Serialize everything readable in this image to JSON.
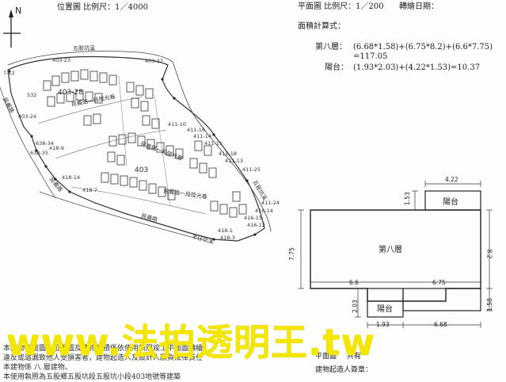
{
  "location_map": {
    "north_label": "N",
    "title": "位置圖 比例尺：1／4000",
    "parcels": [
      "403-23",
      "403-27",
      "403-28",
      "403-24",
      "403",
      "638-34",
      "638-35",
      "7-12",
      "532",
      "418-9",
      "418-14",
      "418-7",
      "411-10",
      "411-16",
      "411-14",
      "411-11",
      "411-18",
      "411-13",
      "411-25",
      "411-24",
      "416-14",
      "416-15",
      "416-12",
      "418-1",
      "418-3"
    ],
    "streets": {
      "wuzhuang_creek": "五股坑溪",
      "lane_top": "民義路一段陸光巷",
      "lane_mid": "民義路一段陸光巷",
      "lane_bottom": "民義路一段陸光巷",
      "minyi_road_left": "民義路",
      "minyi_road_bottom": "民義路",
      "yangzi_creek": "羊仔坑溪",
      "right_creek": "五股坑溪",
      "left_road": "民義路"
    }
  },
  "floor_plan": {
    "title": "平面圖 比例尺：1／200",
    "draw_date_label": "轉繪日期：",
    "area_calc_label": "面積計算式：",
    "floor_formula_label": "第八層：",
    "floor_formula": "(6.68*1.58)+(6.75*8.2)+(6.6*7.75)",
    "floor_total": "=117.05",
    "balcony_formula_label": "陽台：",
    "balcony_formula": "(1.93*2.03)+(4.22*1.53)=10.37",
    "room_label": "第八層",
    "balcony_top_label": "陽台",
    "balcony_bottom_label": "陽台",
    "dims": {
      "top_balcony_width": "4.22",
      "top_balcony_height": "1.53",
      "left_height": "7.75",
      "right_height": "8.2",
      "bottom_left_width": "6.6",
      "bottom_mid_width": "6.75",
      "lower_balcony_height": "2.03",
      "lower_balcony_width": "1.93",
      "lower_right_width": "6.68",
      "lower_right_height": "1.58"
    }
  },
  "footer": {
    "line1": "本建物平面圖、位置圖及建物面積係依使用執照竣工平面圖轉繪",
    "line2": "違反或遺漏致他人受損害者，建物起造人及設計人願負法律責任",
    "line3": "本建物係 八 層建物。",
    "line4": "本使用執照為五股鄉五股坑段五股坑小段403地號等建築",
    "signature_label": "建物起造人簽章：",
    "extra_label": "平面圖",
    "extra_label2": "共有"
  },
  "watermark": "www.法拍透明王.tw"
}
